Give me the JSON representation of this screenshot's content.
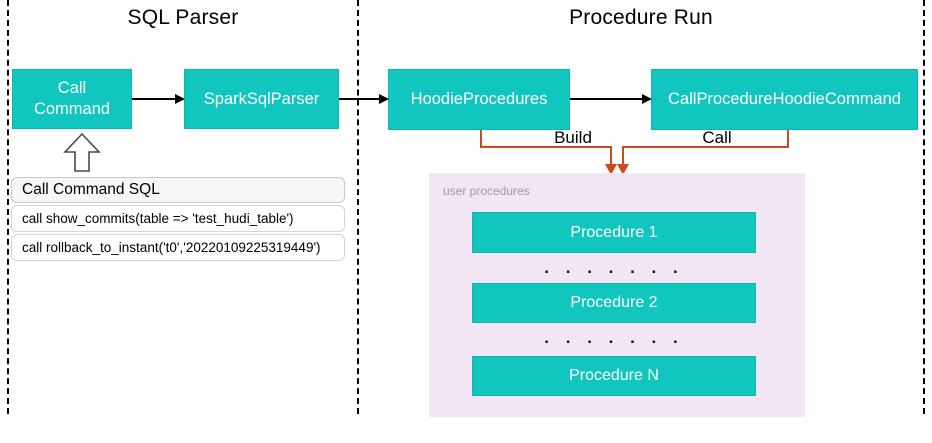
{
  "diagram": {
    "sections": {
      "left_title": "SQL Parser",
      "right_title": "Procedure Run"
    },
    "nodes": {
      "call_command": "Call Command",
      "spark_sql_parser": "SparkSqlParser",
      "hoodie_procedures": "HoodieProcedures",
      "call_procedure_hoodie_command": "CallProcedureHoodieCommand"
    },
    "edges": {
      "build_label": "Build",
      "call_label": "Call"
    },
    "sql_panel": {
      "header": "Call Command SQL",
      "rows": [
        "call show_commits(table => 'test_hudi_table')",
        "call rollback_to_instant('t0','20220109225319449')"
      ]
    },
    "user_procedures": {
      "label": "user procedures",
      "items": [
        "Procedure 1",
        "Procedure 2",
        "Procedure N"
      ],
      "dots": ". . . . . . ."
    },
    "colors": {
      "node_fill": "#12C6C0",
      "edge_orange": "#CC4B1C",
      "container_lavender": "#F2E6F5",
      "panel_header_gray": "#F7F7F7"
    }
  }
}
